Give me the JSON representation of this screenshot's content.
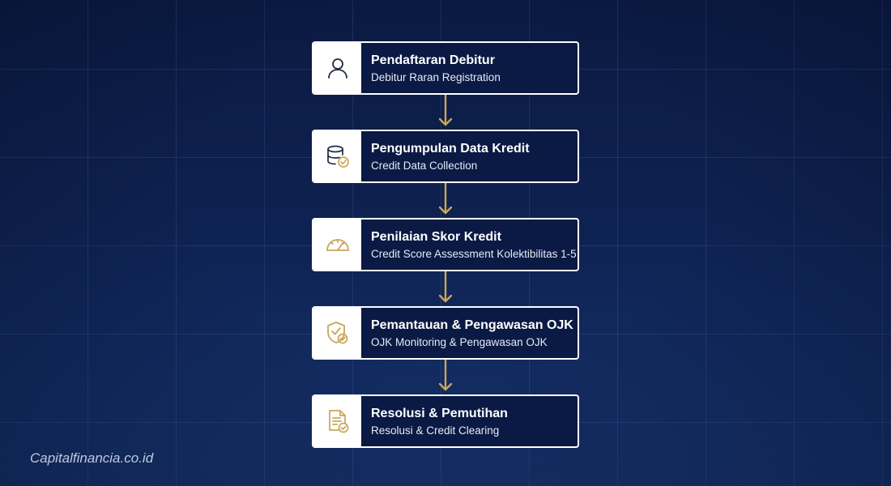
{
  "flow": {
    "steps": [
      {
        "title": "Pendaftaran Debitur",
        "subtitle": "Debitur Raran Registration",
        "icon": "user-icon"
      },
      {
        "title": "Pengumpulan Data Kredit",
        "subtitle": "Credit Data Collection",
        "icon": "database-check-icon"
      },
      {
        "title": "Penilaian Skor Kredit",
        "subtitle": "Credit Score Assessment Kolektibilitas 1-5",
        "icon": "gauge-icon"
      },
      {
        "title": "Pemantauan & Pengawasan OJK",
        "subtitle": "OJK Monitoring & Pengawasan OJK",
        "icon": "shield-check-icon"
      },
      {
        "title": "Resolusi & Pemutihan",
        "subtitle": "Resolusi & Credit Clearing",
        "icon": "document-check-icon"
      }
    ]
  },
  "watermark": "Capitalfinancia.co.id",
  "colors": {
    "background": "#0e2150",
    "accent_gold": "#c9a659",
    "card_border": "#ffffff",
    "icon_dark": "#1f2a44"
  }
}
